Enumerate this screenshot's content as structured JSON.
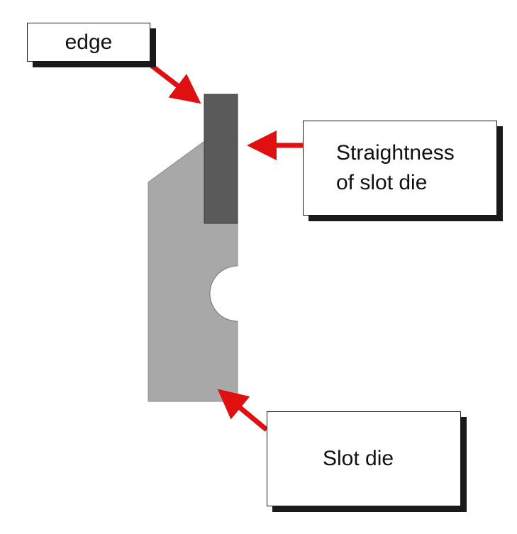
{
  "labels": {
    "edge": "edge",
    "straightness_line1": "Straightness",
    "straightness_line2": "of slot die",
    "slot_die": "Slot die"
  },
  "colors": {
    "die_body": "#a8a8a8",
    "die_edge": "#5a5a5a",
    "arrow": "#e01010",
    "outline": "#1a1a1a",
    "box_shadow": "#1a1a1a"
  }
}
